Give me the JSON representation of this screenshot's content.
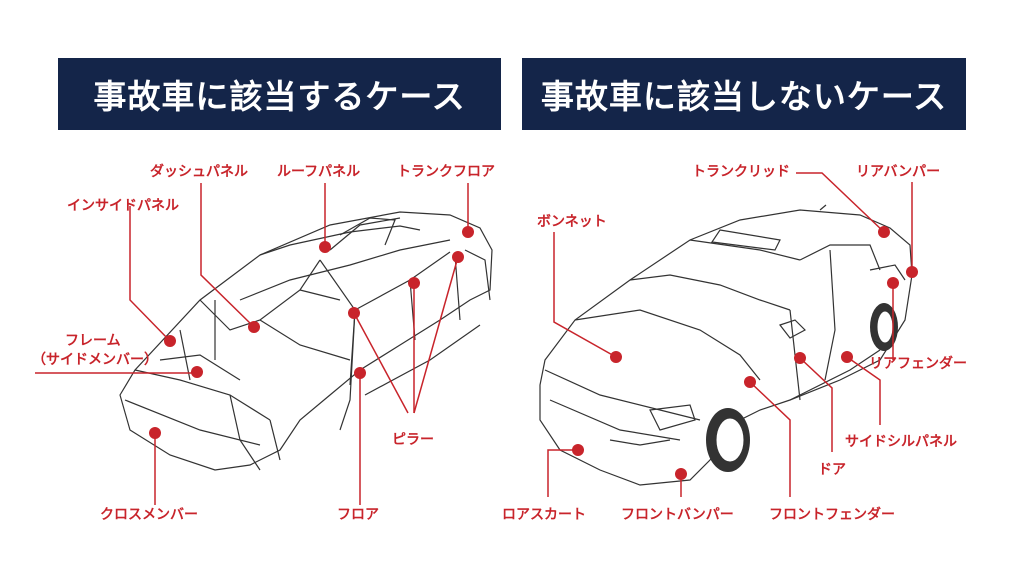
{
  "colors": {
    "banner_bg": "#142549",
    "banner_text": "#ffffff",
    "accent": "#c8242b",
    "line_art": "#333333"
  },
  "panels": [
    {
      "title": "事故車に該当するケース",
      "labels": {
        "dash_panel": "ダッシュパネル",
        "roof_panel": "ルーフパネル",
        "trunk_floor": "トランクフロア",
        "inside_panel": "インサイドパネル",
        "frame_line1": "フレーム",
        "frame_line2": "（サイドメンバー）",
        "pillar": "ピラー",
        "cross_member": "クロスメンバー",
        "floor": "フロア"
      }
    },
    {
      "title": "事故車に該当しないケース",
      "labels": {
        "trunk_lid": "トランクリッド",
        "rear_bumper": "リアバンパー",
        "bonnet": "ボンネット",
        "rear_fender": "リアフェンダー",
        "side_sill_panel": "サイドシルパネル",
        "door": "ドア",
        "lower_skirt": "ロアスカート",
        "front_bumper": "フロントバンパー",
        "front_fender": "フロントフェンダー"
      }
    }
  ]
}
